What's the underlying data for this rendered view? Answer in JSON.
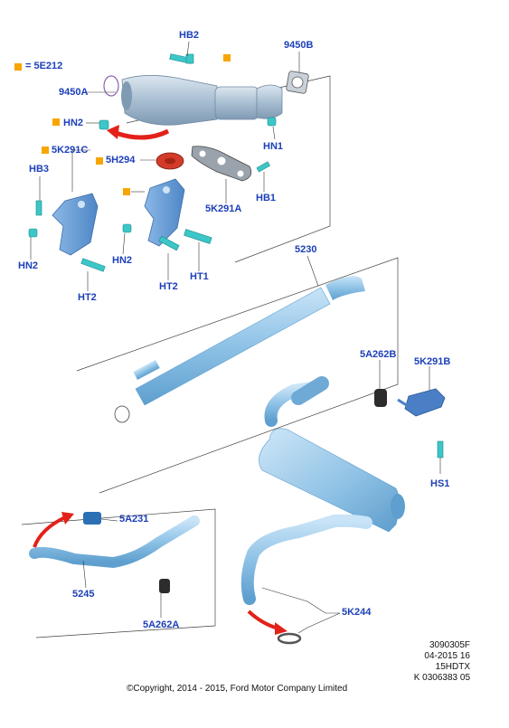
{
  "legend": {
    "symbol_label": "= 5E212",
    "symbol_color": "#f7a600"
  },
  "parts": {
    "hb2": "HB2",
    "p9450b": "9450B",
    "p9450a": "9450A",
    "hn2_top": "HN2",
    "hn1": "HN1",
    "p5k291c": "5K291C",
    "p5h294": "5H294",
    "hb3": "HB3",
    "hb1": "HB1",
    "p5k291a": "5K291A",
    "hn2_left": "HN2",
    "hn2_mid": "HN2",
    "ht2_left": "HT2",
    "ht2_mid": "HT2",
    "ht1": "HT1",
    "p5230": "5230",
    "p5a262b": "5A262B",
    "p5k291b": "5K291B",
    "hs1": "HS1",
    "p5a231": "5A231",
    "p5245": "5245",
    "p5a262a": "5A262A",
    "p5k244": "5K244"
  },
  "footer": {
    "code1": "3090305F",
    "code2": "04-2015 16",
    "code3": "15HDTX",
    "code4": "K 0306383 05",
    "copyright": "©Copyright, 2014 - 2015, Ford Motor Company Limited"
  },
  "colors": {
    "label": "#1c3fb8",
    "part_fill": "#8fc3e8",
    "arrow": "#e32119",
    "bolt": "#3cc6c8"
  }
}
